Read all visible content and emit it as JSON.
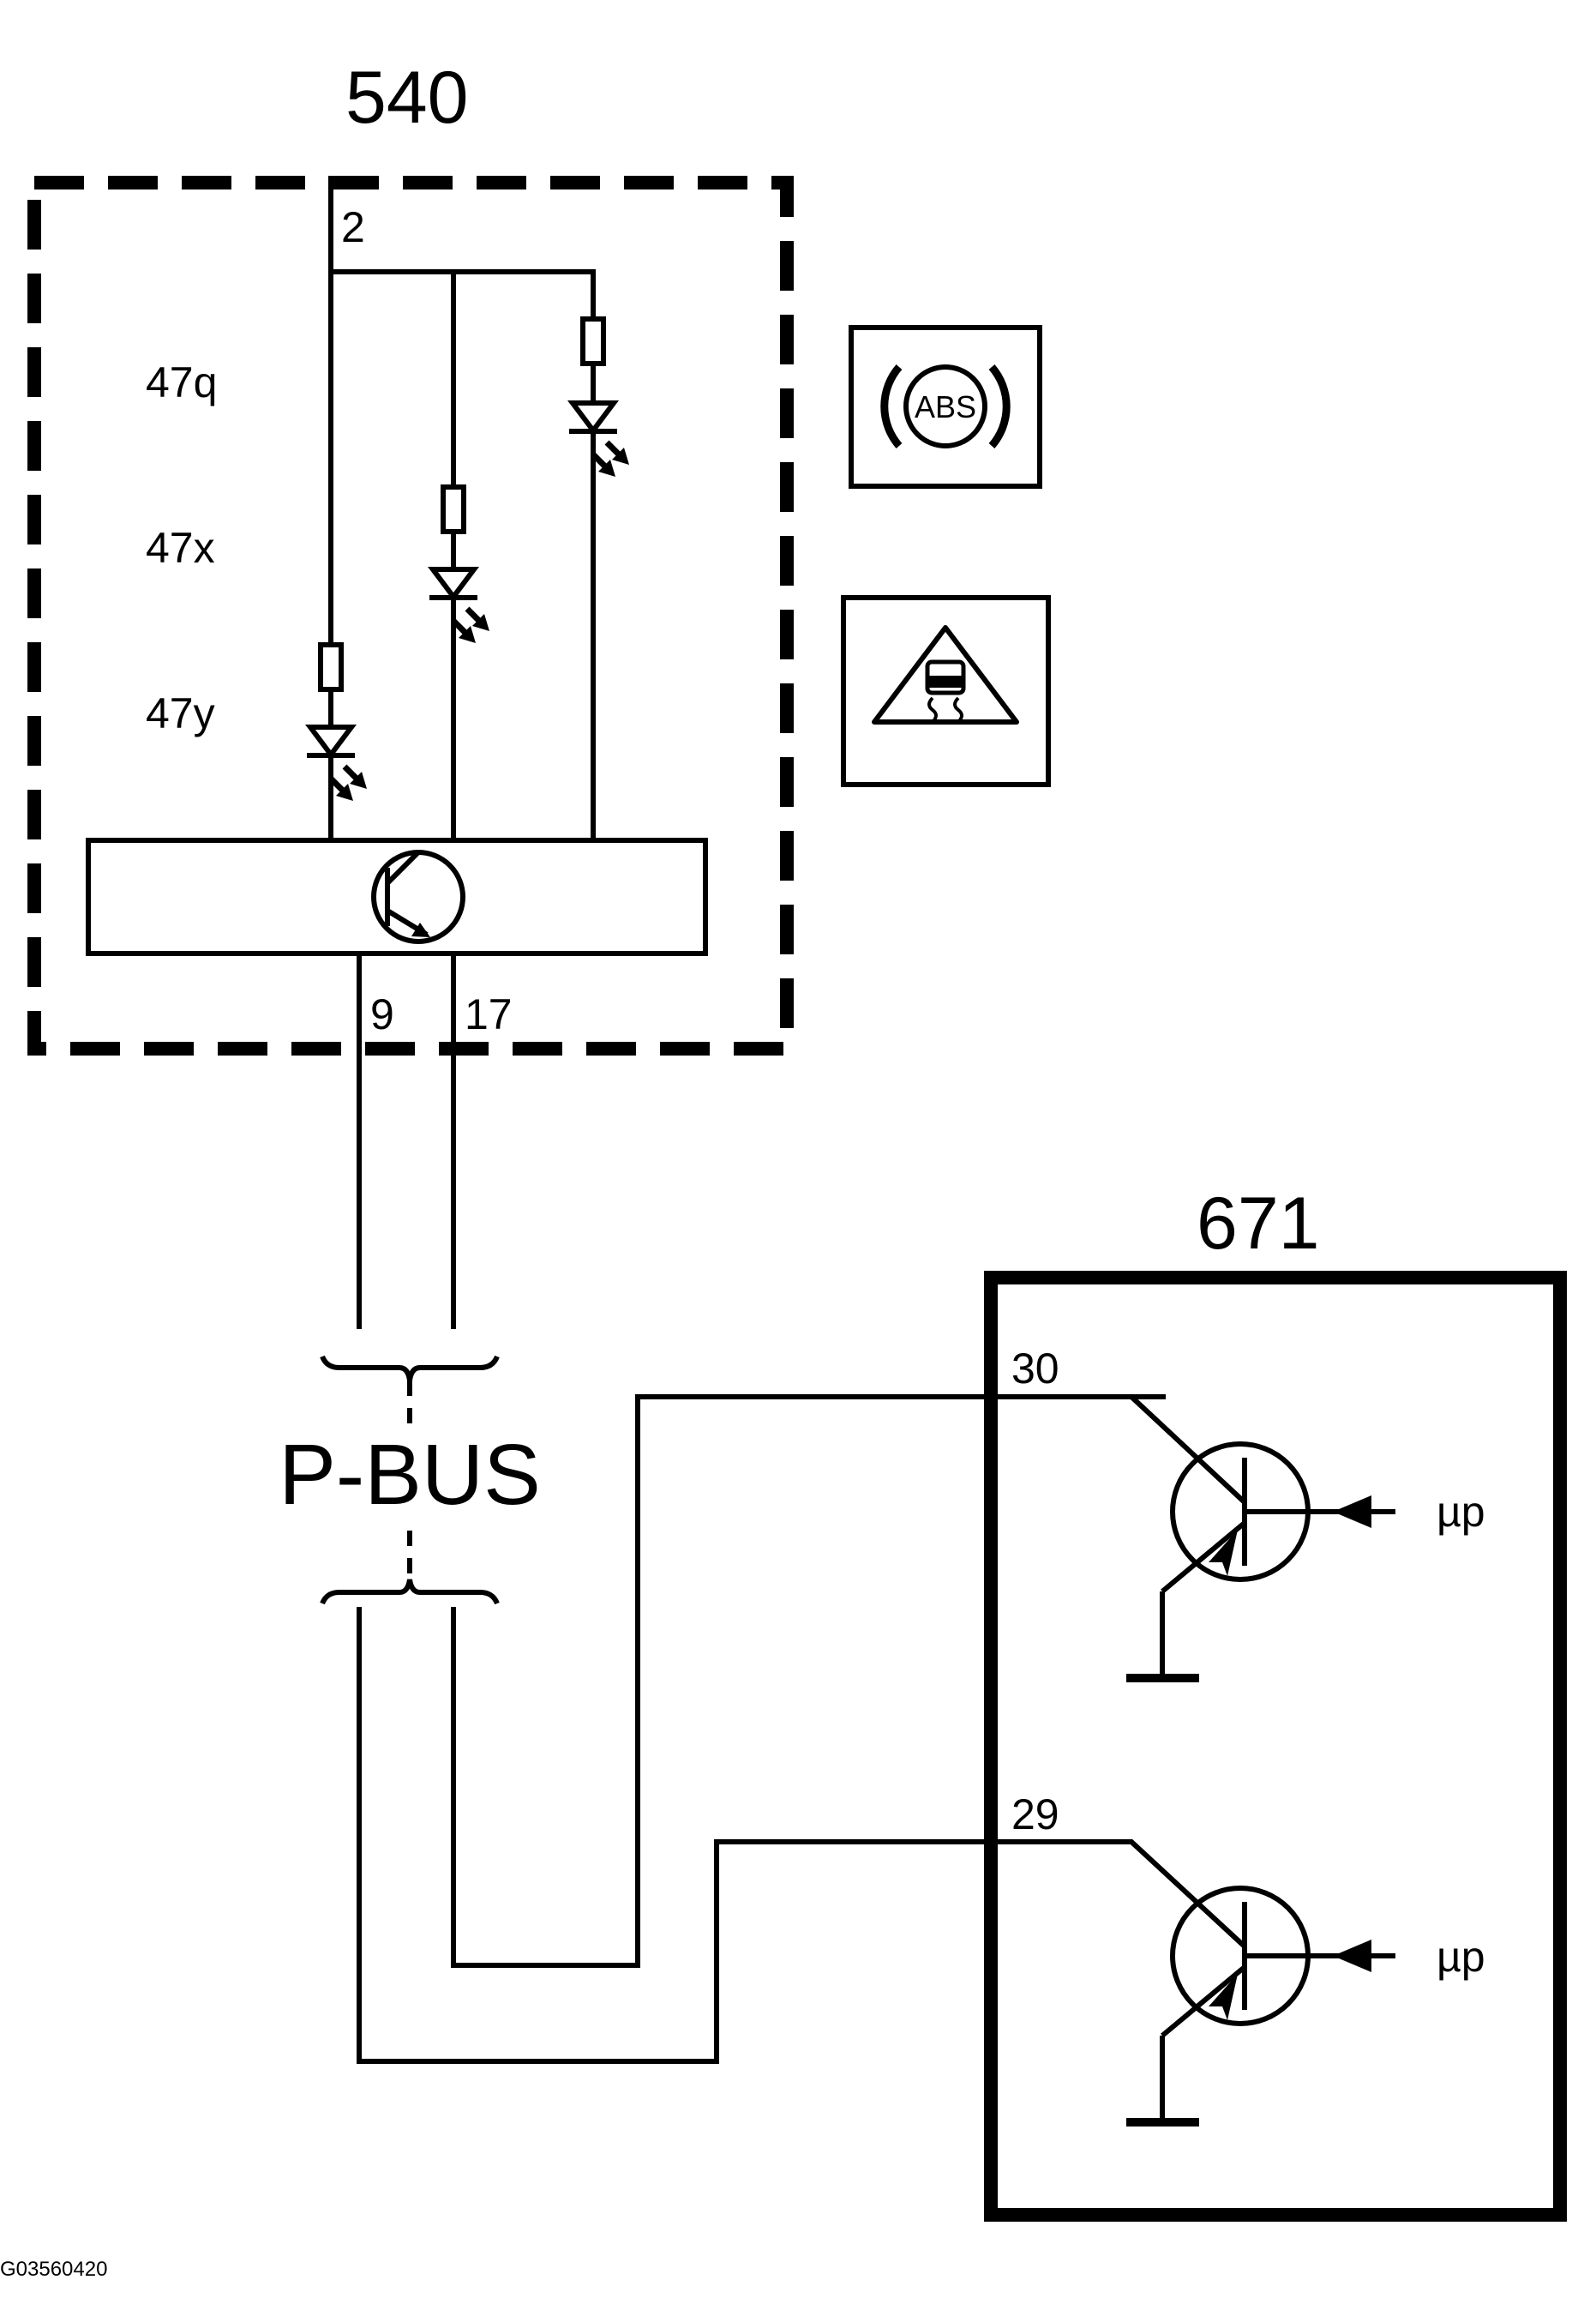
{
  "figure_id": "G03560420",
  "module_540": {
    "label": "540",
    "pin_supply": "2",
    "pin_left": "9",
    "pin_right": "17",
    "lamps": [
      {
        "label": "47q"
      },
      {
        "label": "47x"
      },
      {
        "label": "47y"
      }
    ],
    "symbols": [
      {
        "icon": "abs-warning-icon",
        "text": "ABS"
      },
      {
        "icon": "traction-control-warning-icon"
      }
    ]
  },
  "bus": {
    "label": "P-BUS"
  },
  "module_671": {
    "label": "671",
    "outputs": [
      {
        "pin": "30",
        "input_label": "µp"
      },
      {
        "pin": "29",
        "input_label": "µp"
      }
    ]
  }
}
